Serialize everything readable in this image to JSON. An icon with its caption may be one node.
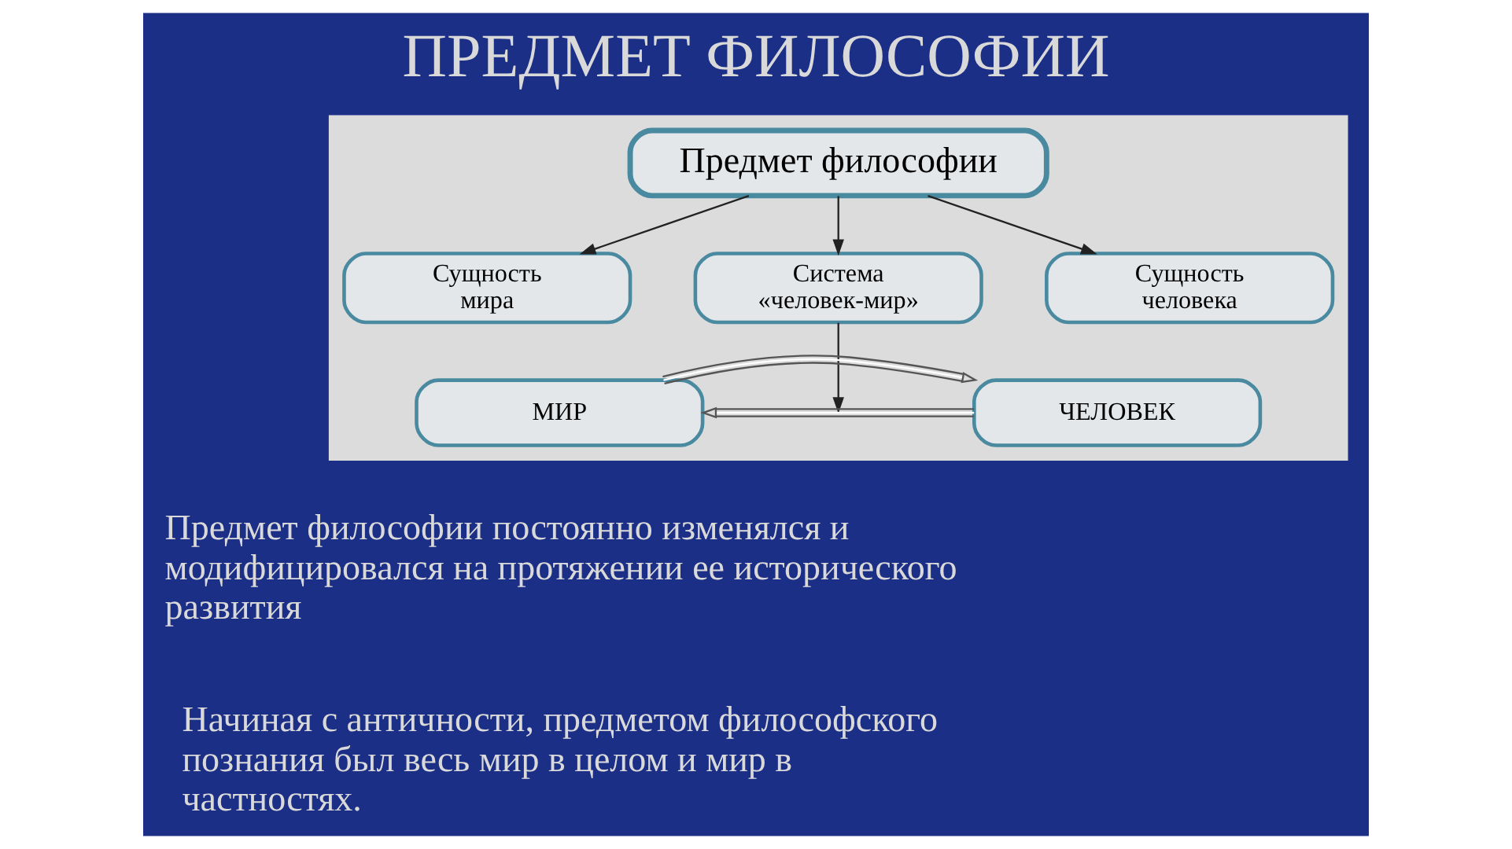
{
  "diagram": {
    "title": "ПРЕДМЕТ ФИЛОСОФИИ",
    "nodes": [
      {
        "text": [],
        "shape": "box"
      },
      {
        "text": [
          "Предмет философии"
        ],
        "in": 0
      },
      {
        "text": [
          "Сущность мира"
        ],
        "in": 0
      },
      {
        "text": [
          "Система «человек-мир»"
        ],
        "in": 0
      },
      {
        "text": [
          "Сущность человека"
        ],
        "in": 0
      },
      {
        "text": [
          "МИР"
        ],
        "in": 0
      },
      {
        "text": [
          "ЧЕЛОВЕК"
        ],
        "in": 0
      }
    ],
    "edges": [
      {
        "from": 1,
        "to": 2,
        "arrow": "to"
      },
      {
        "from": 1,
        "to": 3,
        "arrow": "to"
      },
      {
        "from": 1,
        "to": 4,
        "arrow": "to"
      },
      {
        "from": 3,
        "to": null,
        "arrow": "to"
      },
      {
        "from": 5,
        "to": 6,
        "arrow": "to"
      },
      {
        "from": 6,
        "to": 5,
        "arrow": "to"
      }
    ],
    "labels": [
      "Предмет философии постоянно изменялся и модифицировался на протяжении ее исторического развития",
      "Начиная с античности, предметом философского познания был весь мир в целом и мир в частностях."
    ]
  }
}
